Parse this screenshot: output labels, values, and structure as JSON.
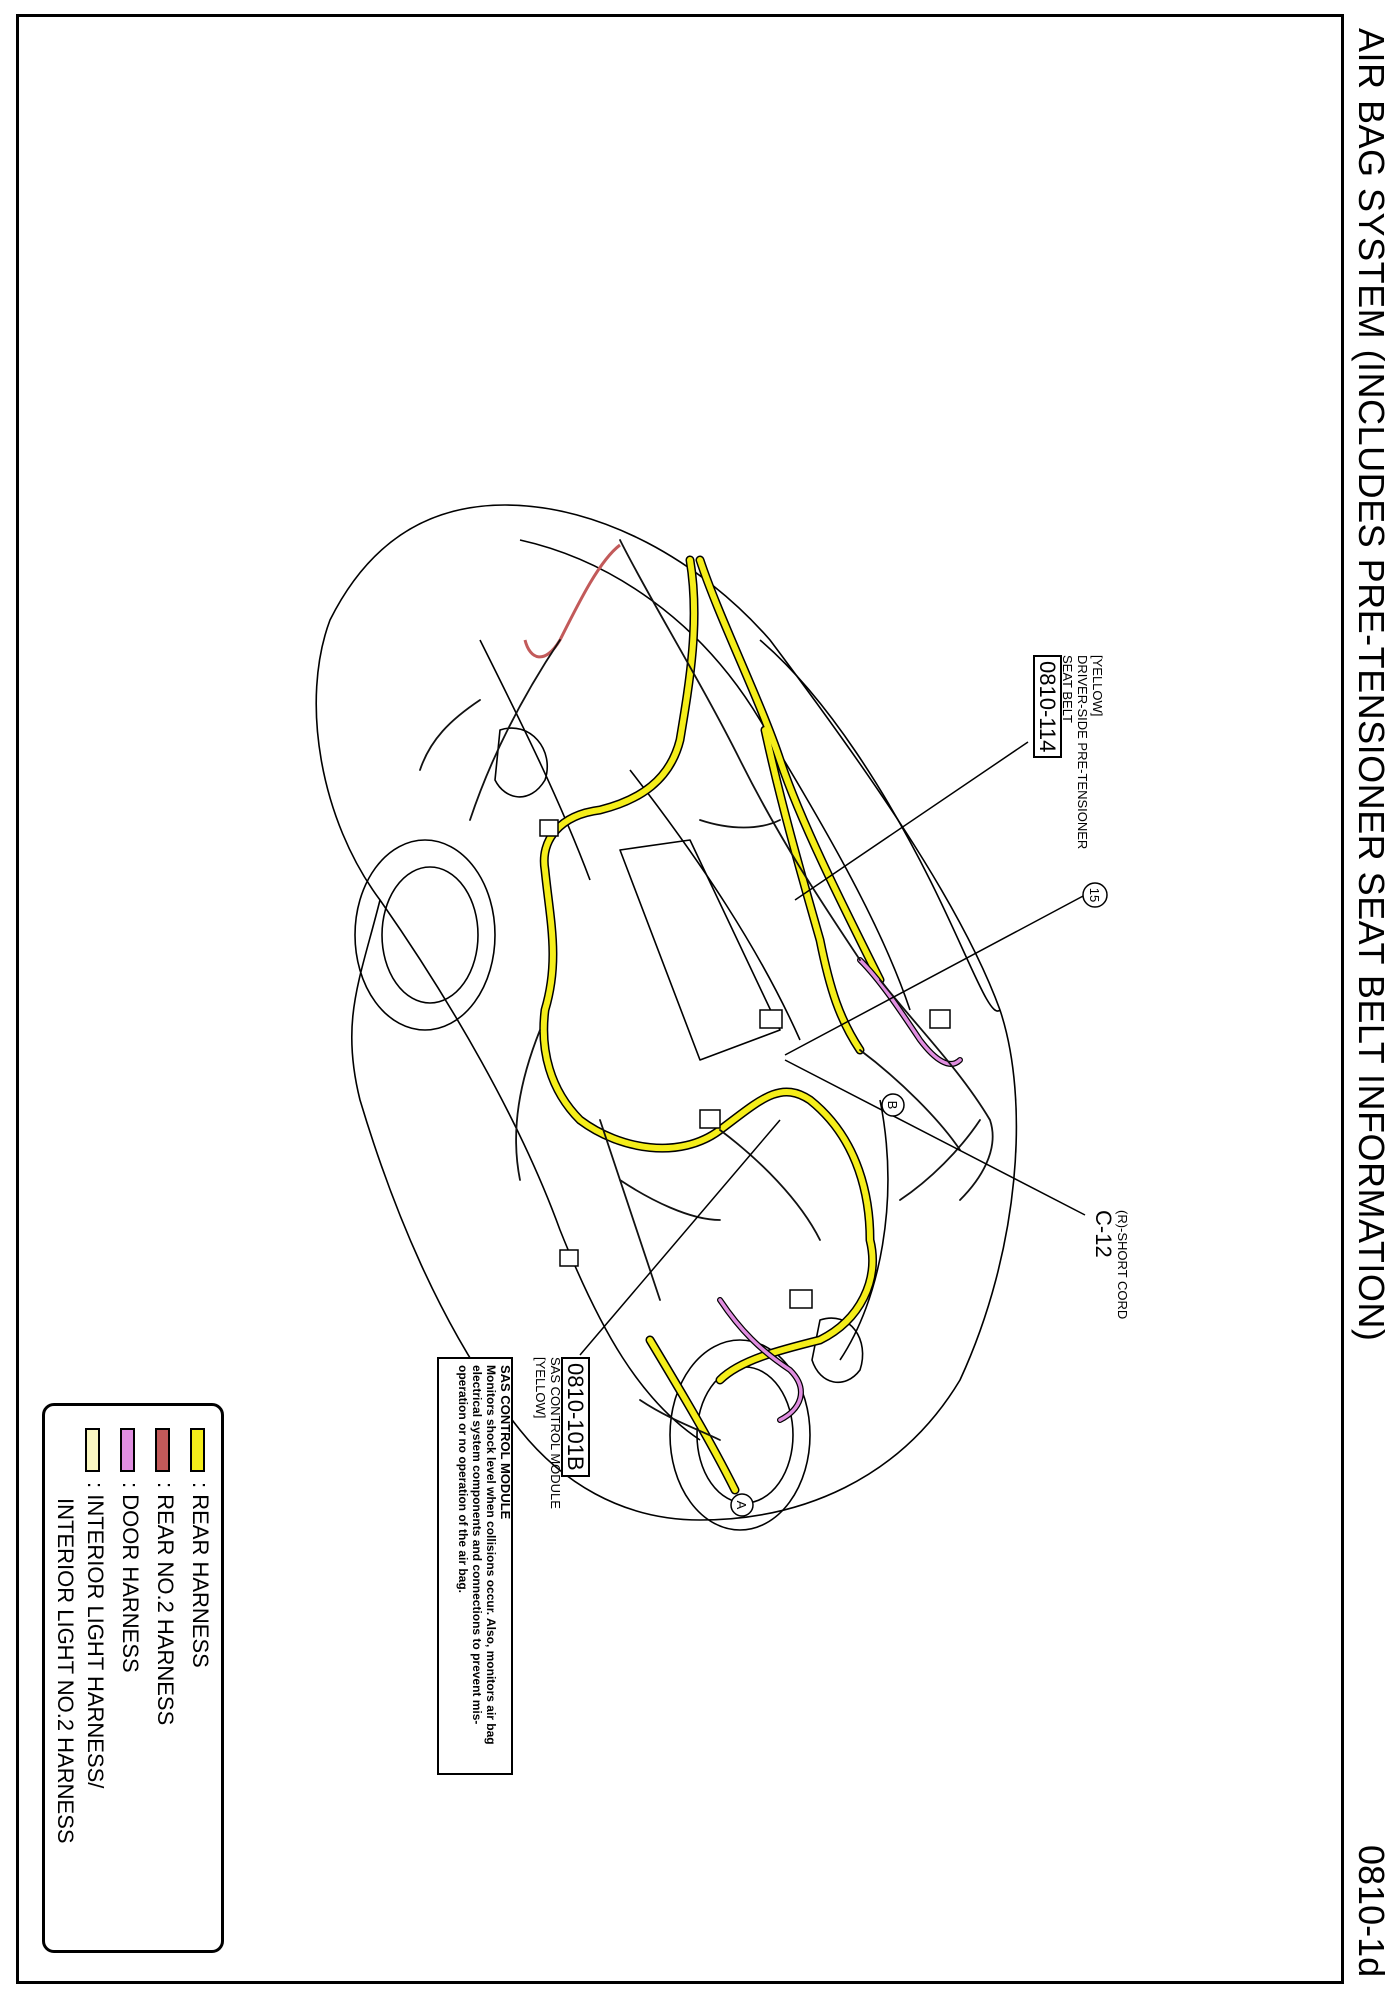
{
  "header": {
    "title": "AIR BAG SYSTEM (INCLUDES PRE-TENSIONER SEAT BELT INFORMATION)",
    "page_code": "0810-1d"
  },
  "callouts": {
    "pretensioner": {
      "color_note": "[YELLOW]",
      "name_line1": "DRIVER-SIDE PRE-TENSIONER",
      "name_line2": "SEAT BELT",
      "code": "0810-114"
    },
    "connector_15": {
      "number": "15"
    },
    "short_cord": {
      "name": "(R)-SHORT CORD",
      "code": "C-12"
    },
    "sas_module": {
      "code": "0810-101B",
      "name": "SAS CONTROL MODULE",
      "color_note": "[YELLOW]",
      "box_title": "SAS CONTROL MODULE",
      "box_description": "Monitors shock level when collisions occur. Also, monitors air bag electrical system components and connections to prevent mis-operation or no operation of the air bag."
    },
    "marker_a": "A",
    "marker_b": "B"
  },
  "legend": {
    "items": [
      {
        "label": ": REAR HARNESS",
        "color": "#f5ee1a"
      },
      {
        "label": ": REAR NO.2 HARNESS",
        "color": "#c25a5a"
      },
      {
        "label": ": DOOR HARNESS",
        "color": "#e08ee0"
      },
      {
        "label": ": INTERIOR LIGHT HARNESS/",
        "color": "#faf7c0"
      },
      {
        "label": "INTERIOR LIGHT NO.2 HARNESS",
        "color": ""
      }
    ]
  },
  "colors": {
    "rear_harness": "#f5ee1a",
    "rear_no2_harness": "#c25a5a",
    "door_harness": "#e08ee0",
    "interior_light_harness": "#faf7c0",
    "wire_black": "#111111"
  }
}
